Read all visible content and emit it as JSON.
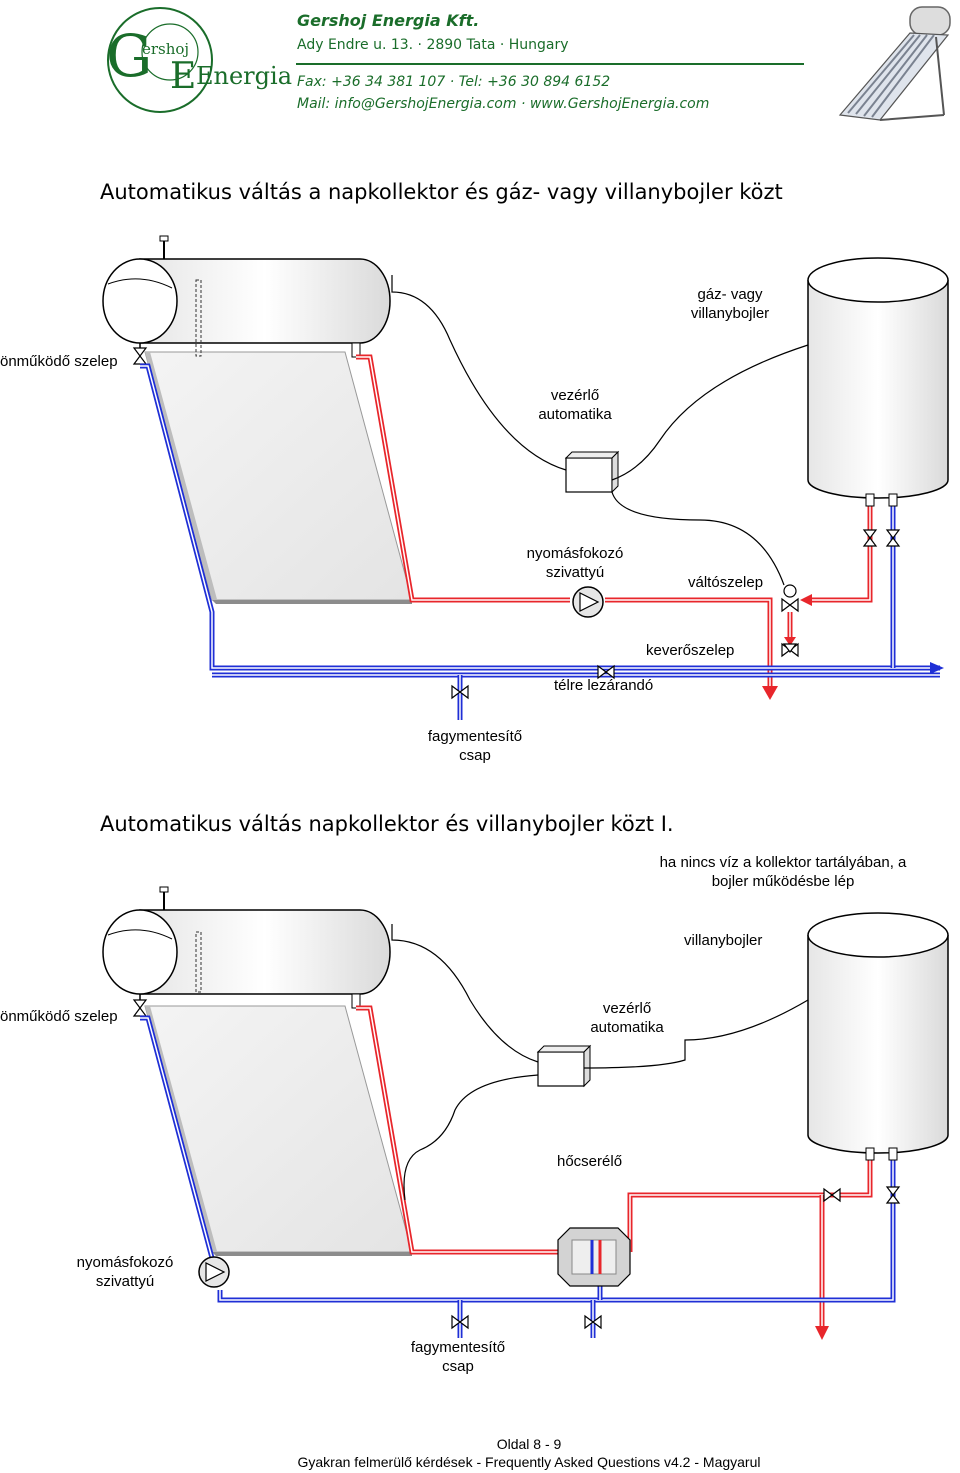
{
  "company": {
    "name": "Gershoj Energia Kft.",
    "address": "Ady Endre u. 13. · 2890 Tata · Hungary",
    "phones": "Fax: +36 34 381 107 · Tel: +36 30 894 6152",
    "contacts": "Mail: info@GershojEnergia.com · www.GershojEnergia.com",
    "logo_text_top": "ershoj",
    "logo_text_main": "Energia",
    "logo_letter_g": "G",
    "logo_letter_e": "E"
  },
  "diagram1": {
    "title": "Automatikus váltás a napkollektor és gáz- vagy villanybojler közt",
    "labels": {
      "boiler_l1": "gáz- vagy",
      "boiler_l2": "villanybojler",
      "relief_valve": "önműködő szelep",
      "controller_l1": "vezérlő",
      "controller_l2": "automatika",
      "pump_l1": "nyomásfokozó",
      "pump_l2": "szivattyú",
      "switch_valve": "váltószelep",
      "mixing_valve": "keverőszelep",
      "winter_close": "télre lezárandó",
      "frost_l1": "fagymentesítő",
      "frost_l2": "csap"
    }
  },
  "diagram2": {
    "title": "Automatikus váltás napkollektor és villanybojler közt I.",
    "labels": {
      "note_l1": "ha nincs víz a kollektor tartályában, a",
      "note_l2": "bojler működésbe lép",
      "boiler": "villanybojler",
      "relief_valve": "önműködő szelep",
      "controller_l1": "vezérlő",
      "controller_l2": "automatika",
      "heat_exchanger": "hőcserélő",
      "pump_l1": "nyomásfokozó",
      "pump_l2": "szivattyú",
      "frost_l1": "fagymentesítő",
      "frost_l2": "csap"
    }
  },
  "footer": {
    "page": "Oldal 8 - 9",
    "doc": "Gyakran felmerülő kérdések - Frequently Asked Questions v4.2 - Magyarul"
  },
  "colors": {
    "hot": "#e8262b",
    "cold": "#1f2fd6",
    "brand": "#1a6d2a"
  }
}
